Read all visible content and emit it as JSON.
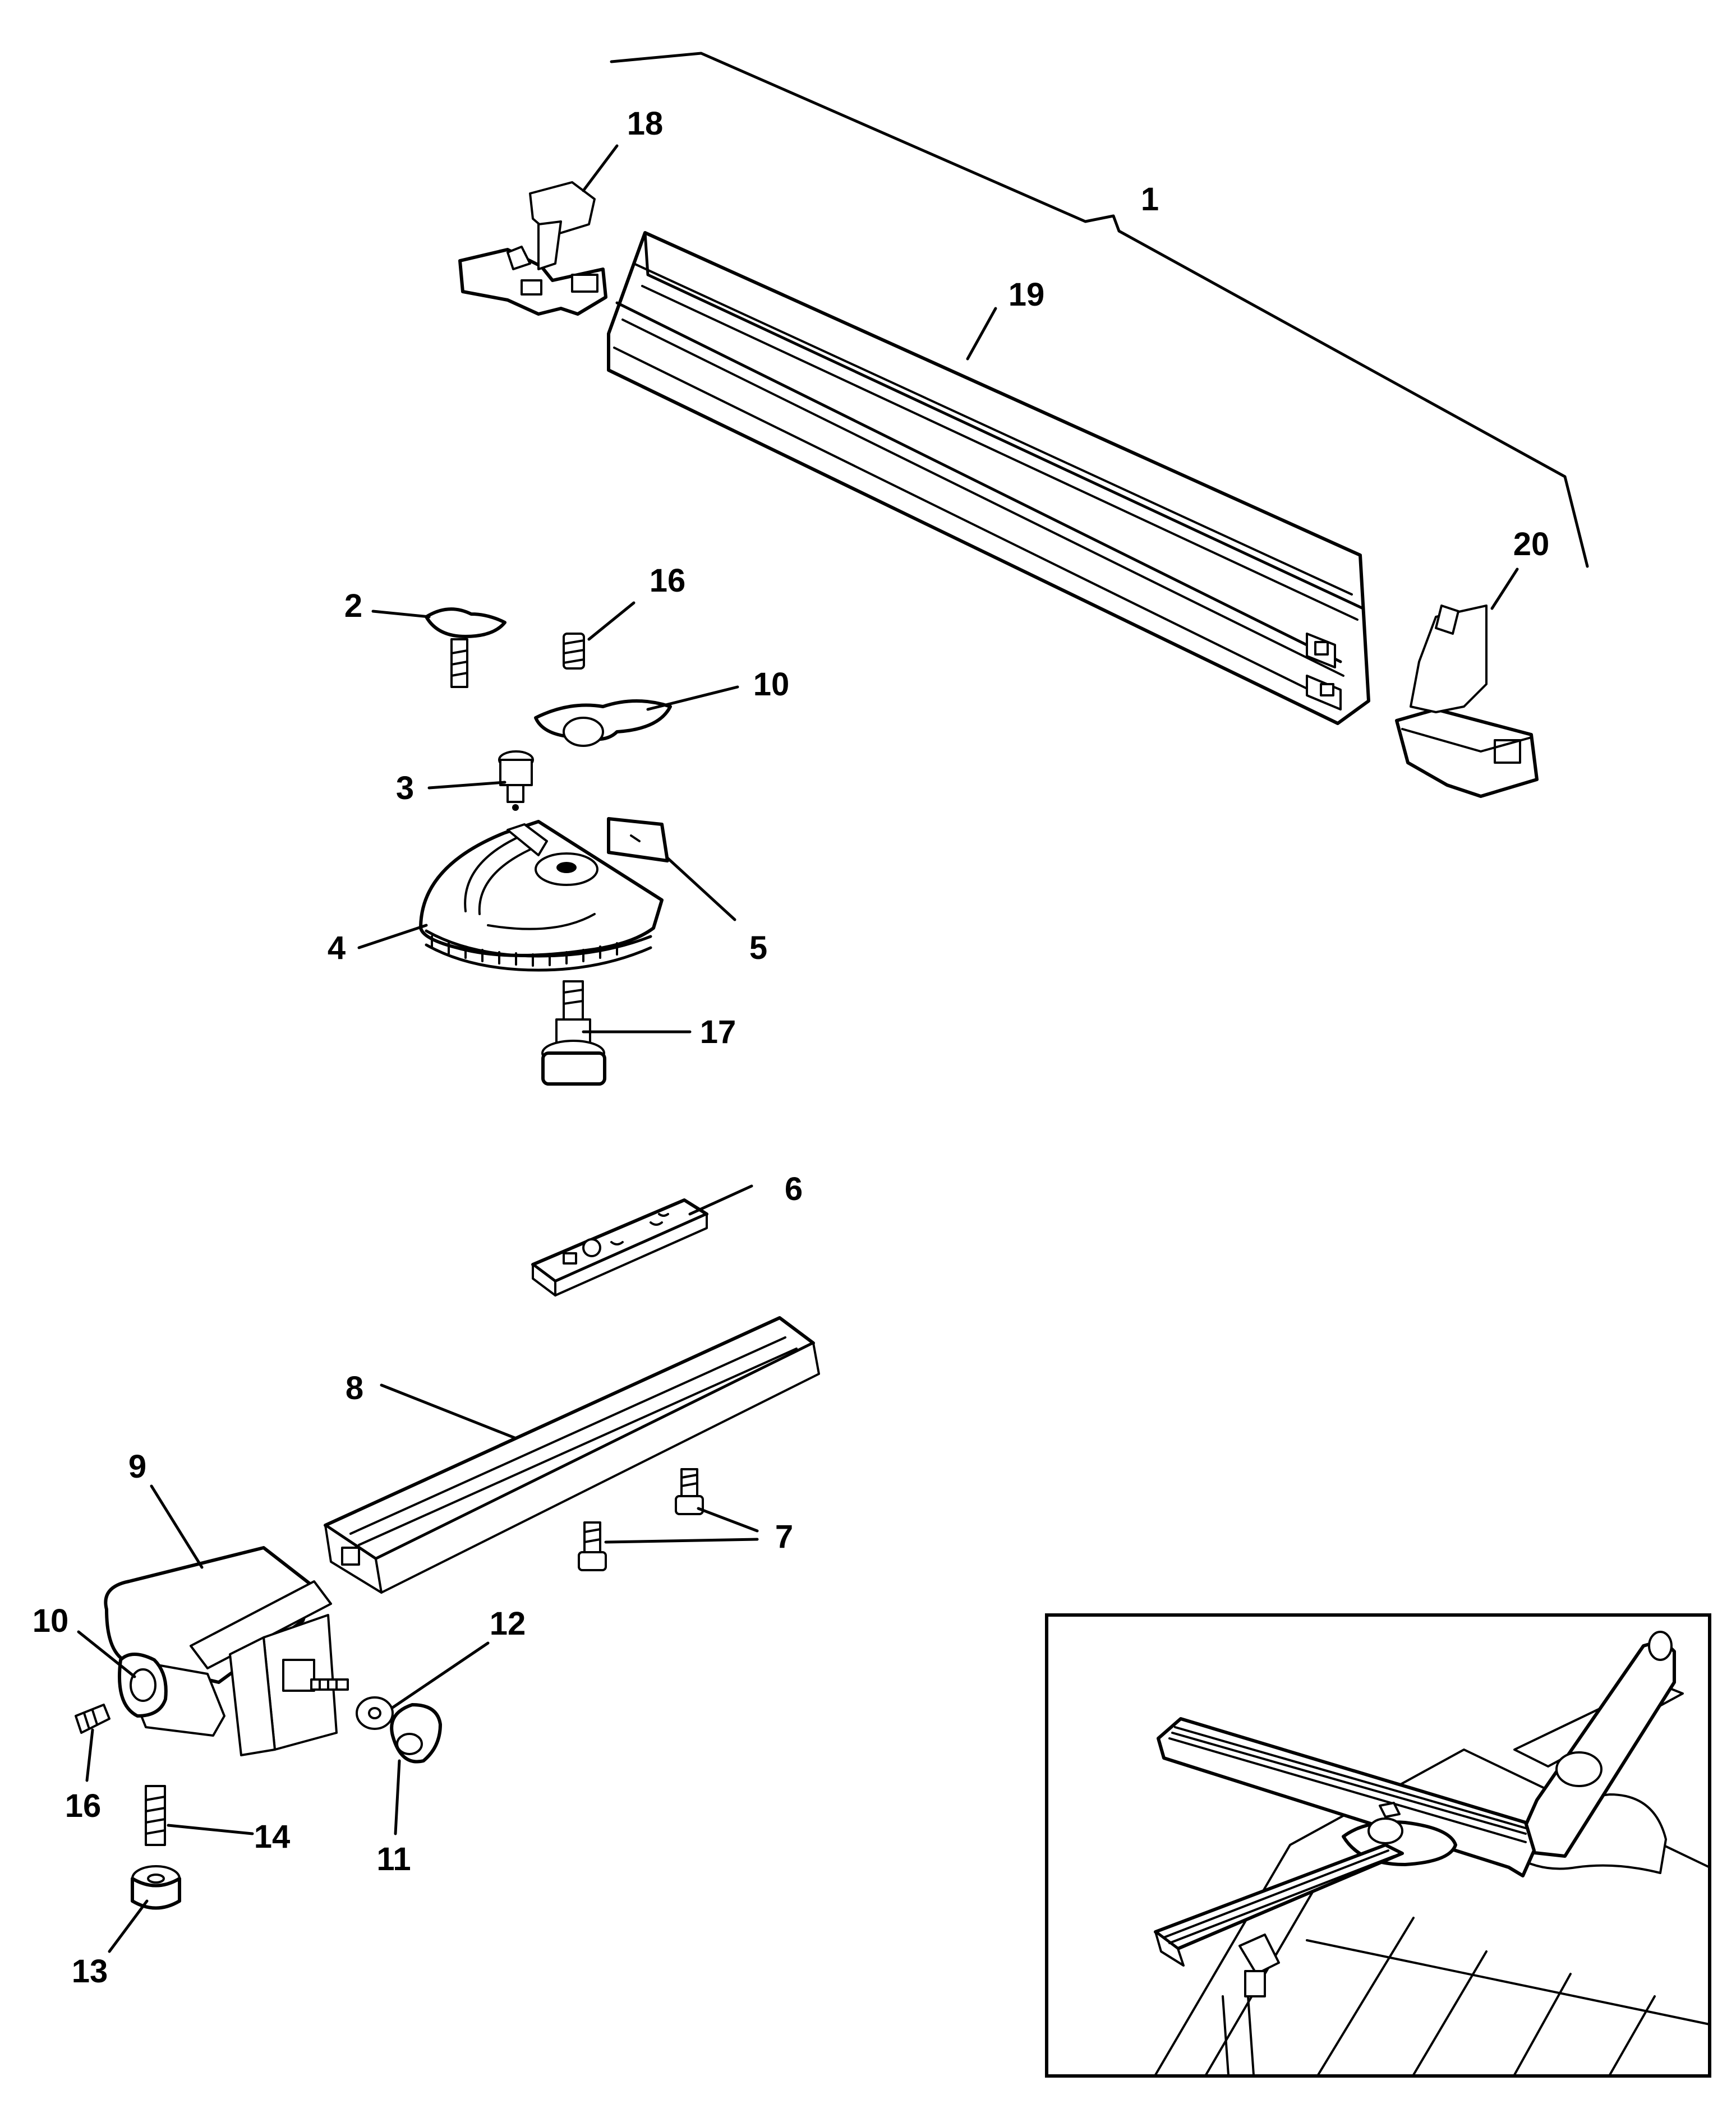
{
  "callouts": {
    "c1": "1",
    "c2": "2",
    "c3": "3",
    "c4": "4",
    "c5": "5",
    "c6": "6",
    "c7": "7",
    "c8": "8",
    "c9": "9",
    "c10a": "10",
    "c10b": "10",
    "c11": "11",
    "c12": "12",
    "c13": "13",
    "c14": "14",
    "c16a": "16",
    "c16b": "16",
    "c17": "17",
    "c18": "18",
    "c19": "19",
    "c20": "20"
  },
  "colors": {
    "ink": "#000000",
    "paper": "#ffffff"
  }
}
